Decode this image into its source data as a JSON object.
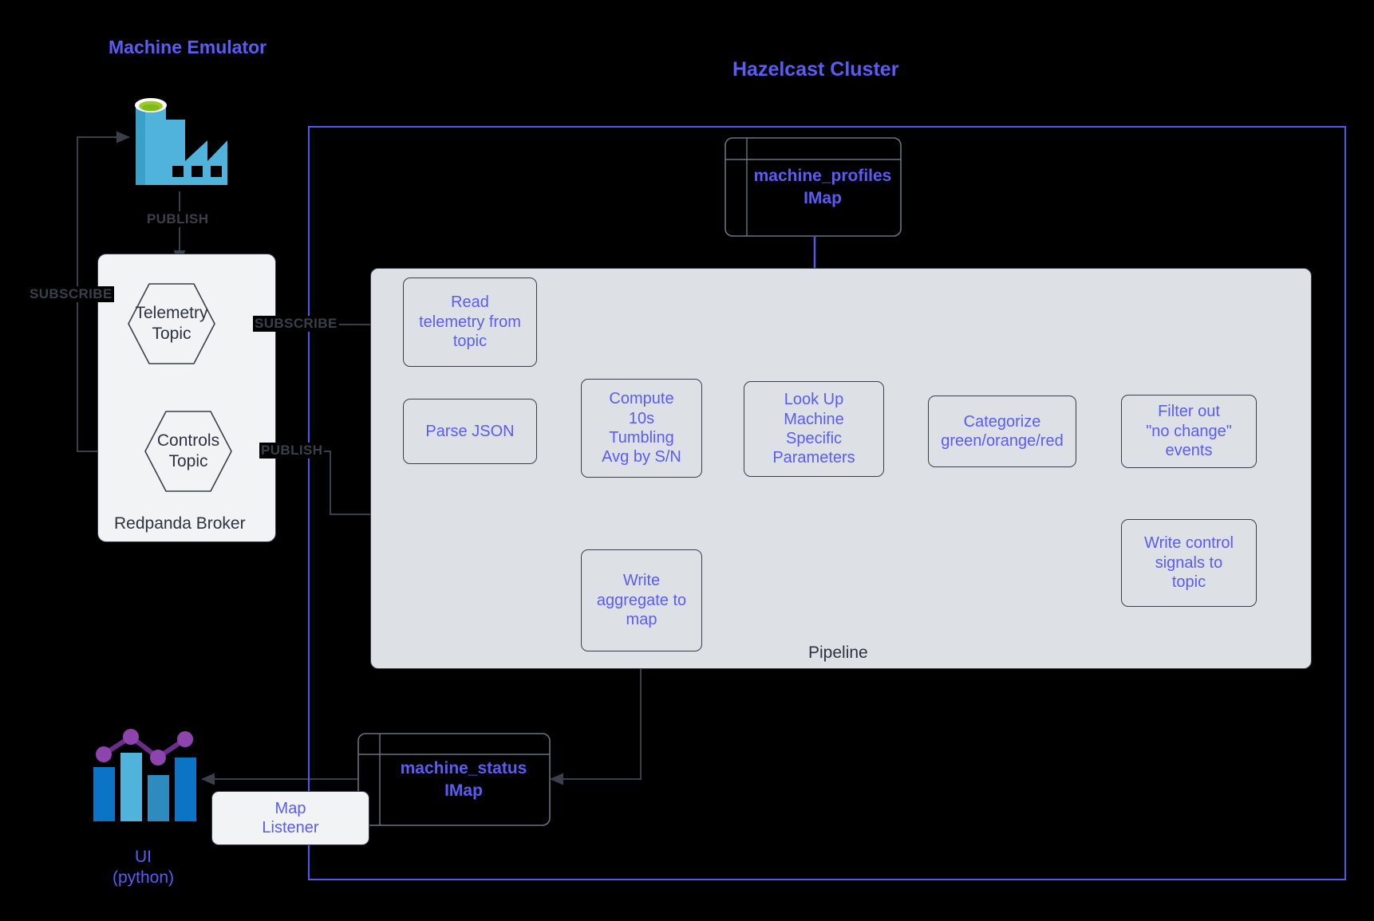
{
  "diagram": {
    "background": "#000000",
    "accent_blue": "#5B5BF5",
    "box_fill": "#dde0e5",
    "broker_fill": "#f2f3f5",
    "edge_color": "#3a3f4b"
  },
  "titles": {
    "machine_emulator": "Machine Emulator",
    "hazelcast_cluster": "Hazelcast Cluster"
  },
  "broker": {
    "label": "Redpanda Broker",
    "topics": [
      {
        "name": "telemetry-topic",
        "line1": "Telemetry",
        "line2": "Topic"
      },
      {
        "name": "controls-topic",
        "line1": "Controls",
        "line2": "Topic"
      }
    ]
  },
  "pipeline": {
    "label": "Pipeline",
    "steps": [
      {
        "id": "read-telemetry",
        "text": "Read\ntelemetry from\ntopic"
      },
      {
        "id": "parse-json",
        "text": "Parse JSON"
      },
      {
        "id": "compute-avg",
        "text": "Compute\n10s\nTumbling\nAvg by S/N"
      },
      {
        "id": "lookup-params",
        "text": "Look Up\nMachine\nSpecific\nParameters"
      },
      {
        "id": "categorize",
        "text": "Categorize\ngreen/orange/red"
      },
      {
        "id": "filter-no-change",
        "text": "Filter out\n\"no change\"\nevents"
      },
      {
        "id": "write-control",
        "text": "Write control\nsignals to\ntopic"
      },
      {
        "id": "write-aggregate",
        "text": "Write\naggregate to\nmap"
      }
    ]
  },
  "imaps": [
    {
      "id": "machine-profiles-imap",
      "name": "machine_profiles",
      "type": "IMap"
    },
    {
      "id": "machine-status-imap",
      "name": "machine_status",
      "type": "IMap"
    }
  ],
  "map_listener": {
    "text": "Map\nListener"
  },
  "ui": {
    "line1": "UI",
    "line2": "(python)"
  },
  "edge_labels": [
    {
      "id": "publish-emulator",
      "text": "PUBLISH"
    },
    {
      "id": "subscribe-emulator",
      "text": "SUBSCRIBE"
    },
    {
      "id": "subscribe-pipeline",
      "text": "SUBSCRIBE"
    },
    {
      "id": "publish-pipeline",
      "text": "PUBLISH"
    }
  ],
  "icons": {
    "factory": "factory-icon",
    "chart": "bar-line-chart-icon"
  }
}
